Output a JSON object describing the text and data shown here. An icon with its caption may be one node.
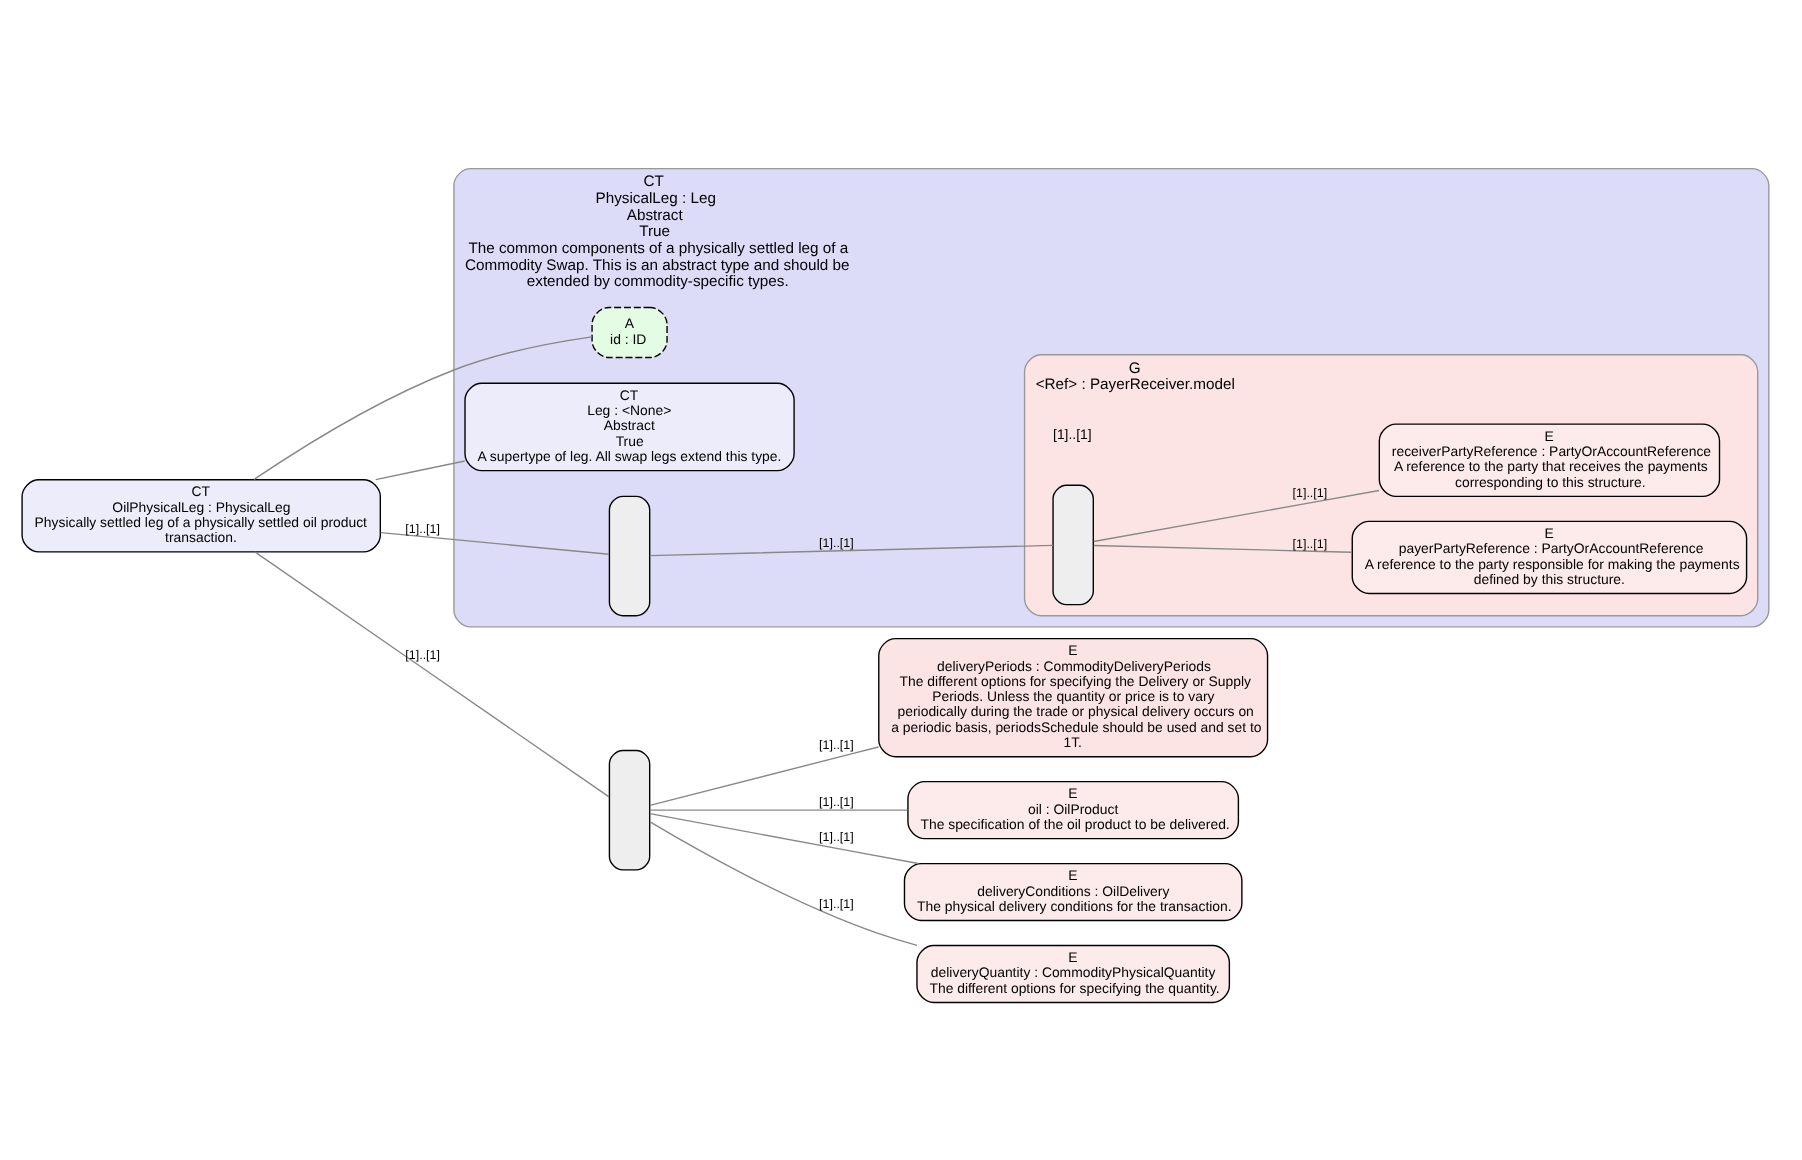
{
  "diagram": {
    "nodes": [
      {
        "text": [
          "CT",
          "OilPhysicalLeg : PhysicalLeg",
          "Physically settled leg of a physically settled oil product transaction."
        ]
      },
      {
        "text": [
          "CT",
          "PhysicalLeg : Leg",
          "Abstract",
          "True",
          "The common components of a physically settled leg of a Commodity Swap. This is an abstract type and should be extended by commodity-specific types."
        ]
      },
      {
        "text": [
          "A",
          "id : ID"
        ],
        "in": 1
      },
      {
        "text": [
          "CT",
          "Leg : <None>",
          "Abstract",
          "True",
          "A supertype of leg. All swap legs extend this type."
        ],
        "in": 1
      },
      {
        "text": [],
        "shape": "box",
        "in": 1
      },
      {
        "text": [
          "G",
          "<Ref> : PayerReceiver.model"
        ],
        "in": 1,
        "beside": [
          "[1]..[1]"
        ]
      },
      {
        "text": [],
        "shape": "box",
        "in": 5
      },
      {
        "text": [
          "E",
          "payerPartyReference : PartyOrAccountReference",
          "A reference to the party responsible for making the payments defined by this structure."
        ],
        "in": 5
      },
      {
        "text": [
          "E",
          "receiverPartyReference : PartyOrAccountReference",
          "A reference to the party that receives the payments corresponding to this structure."
        ],
        "in": 5
      },
      {
        "text": [],
        "shape": "box"
      },
      {
        "text": [
          "E",
          "deliveryPeriods : CommodityDeliveryPeriods",
          "The different options for specifying the Delivery or Supply Periods. Unless the quantity or price is to vary periodically during the trade or physical delivery occurs on a periodic basis, periodsSchedule should be used and set to 1T."
        ]
      },
      {
        "text": [
          "E",
          "oil : OilProduct",
          "The specification of the oil product to be delivered."
        ]
      },
      {
        "text": [
          "E",
          "deliveryConditions : OilDelivery",
          "The physical delivery conditions for the transaction."
        ]
      },
      {
        "text": [
          "E",
          "deliveryQuantity : CommodityPhysicalQuantity",
          "The different options for specifying the quantity."
        ]
      }
    ],
    "edges": [
      {
        "from": 0,
        "to": 2,
        "arrow": "none"
      },
      {
        "from": 0,
        "to": 3,
        "arrow": "none"
      },
      {
        "from": 0,
        "to": 4,
        "arrow": "none",
        "label": "[1]..[1]"
      },
      {
        "from": 4,
        "to": 6,
        "arrow": "none",
        "label": "[1]..[1]"
      },
      {
        "from": 6,
        "to": 7,
        "arrow": "none",
        "label": "[1]..[1]"
      },
      {
        "from": 6,
        "to": 8,
        "arrow": "none",
        "label": "[1]..[1]"
      },
      {
        "from": 0,
        "to": 9,
        "arrow": "none",
        "label": "[1]..[1]"
      },
      {
        "from": 9,
        "to": 10,
        "arrow": "none",
        "label": "[1]..[1]"
      },
      {
        "from": 9,
        "to": 11,
        "arrow": "none",
        "label": "[1]..[1]"
      },
      {
        "from": 9,
        "to": 12,
        "arrow": "none",
        "label": "[1]..[1]"
      },
      {
        "from": 9,
        "to": 13,
        "arrow": "none",
        "label": "[1]..[1]"
      }
    ]
  }
}
